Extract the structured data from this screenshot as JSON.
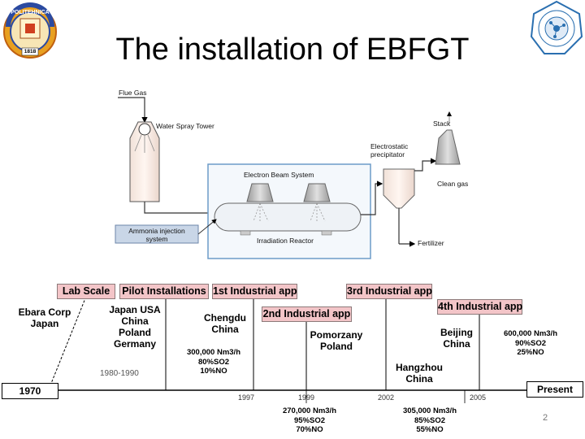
{
  "slide": {
    "title": "The installation of EBFGT",
    "page_number": "2"
  },
  "logos": {
    "left": {
      "name": "POLITEHNICA",
      "year": "1818"
    }
  },
  "process_diagram": {
    "flue_gas": "Flue Gas",
    "water_spray_tower": "Water Spray Tower",
    "stack": "Stack",
    "electrostatic_precipitator": "Electrostatic precipitator",
    "electron_beam_system": "Electron Beam System",
    "clean_gas": "Clean gas",
    "ammonia_injection": "Ammonia injection system",
    "irradiation_reactor": "Irradiation Reactor",
    "fertilizer": "Fertilizer"
  },
  "timeline": {
    "stages": {
      "lab_scale": "Lab Scale",
      "pilot_installations": "Pilot Installations",
      "first_industrial": "1st Industrial app",
      "second_industrial": "2nd Industrial app",
      "third_industrial": "3rd Industrial app",
      "fourth_industrial": "4th Industrial app"
    },
    "locations": {
      "ebara": "Ebara Corp Japan",
      "pilot": "Japan USA China Poland Germany",
      "chengdu": "Chengdu China",
      "pomorzany": "Pomorzany Poland",
      "hangzhou": "Hangzhou China",
      "beijing": "Beijing China"
    },
    "stats": {
      "chengdu": [
        "300,000 Nm3/h",
        "80%SO2",
        "10%NO"
      ],
      "pomorzany": [
        "270,000 Nm3/h",
        "95%SO2",
        "70%NO"
      ],
      "hangzhou": [
        "305,000 Nm3/h",
        "85%SO2",
        "55%NO"
      ],
      "beijing": [
        "600,000 Nm3/h",
        "90%SO2",
        "25%NO"
      ]
    },
    "years": {
      "start": "1970",
      "range": "1980-1990",
      "y1997": "1997",
      "y1999": "1999",
      "y2002": "2002",
      "y2005": "2005",
      "end": "Present"
    }
  }
}
